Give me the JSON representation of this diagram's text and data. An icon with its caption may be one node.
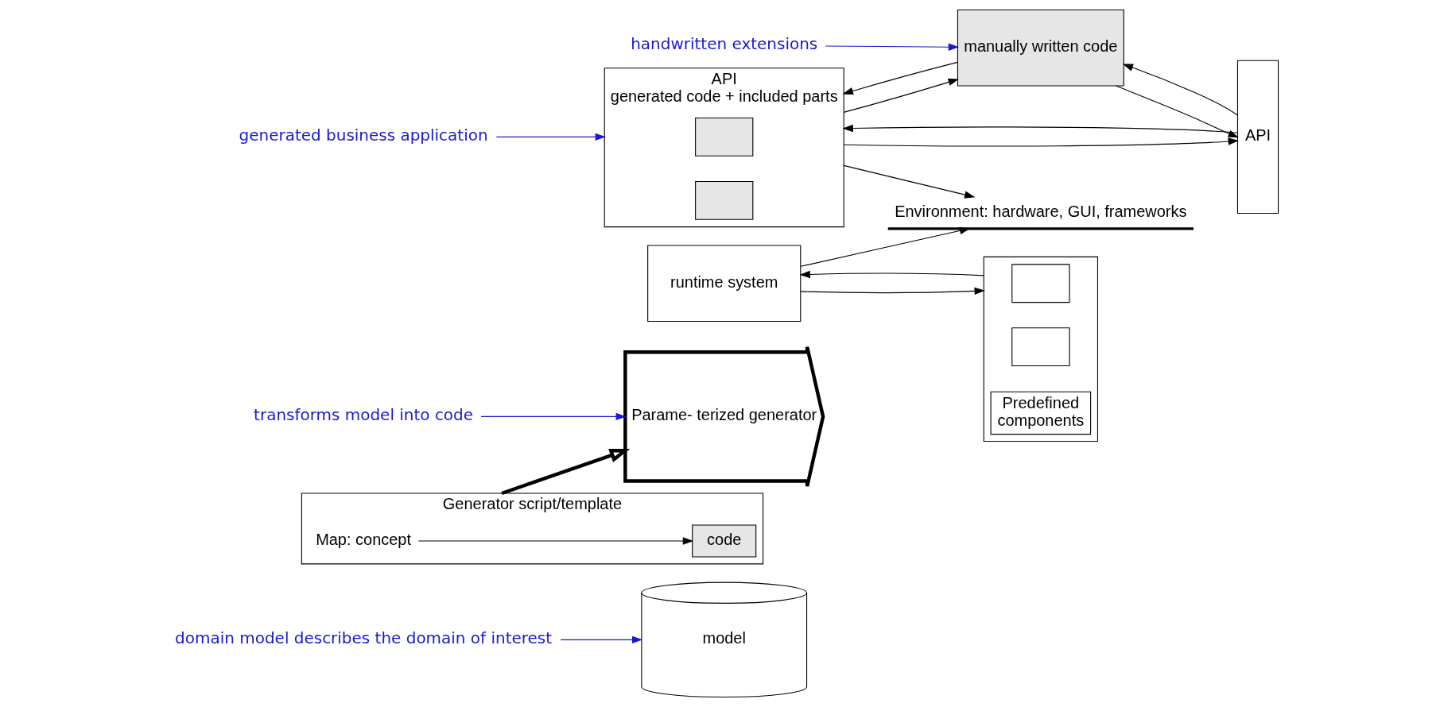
{
  "diagram": {
    "nodes": [
      {
        "text": [
          "domain model describes the domain of interest"
        ]
      },
      {
        "text": [
          "model"
        ]
      },
      {
        "text": [
          "transforms model into code"
        ]
      },
      {
        "text": [
          "Parame- terized generator"
        ]
      },
      {
        "text": [
          "Generator script/template"
        ]
      },
      {
        "text": [
          "Map: concept"
        ],
        "in": 4
      },
      {
        "text": [
          "code"
        ],
        "in": 4
      },
      {
        "text": [
          "handwritten extensions"
        ]
      },
      {
        "text": [
          "manually written code"
        ]
      },
      {
        "text": [
          "API",
          "generated code + included parts"
        ]
      },
      {
        "text": [],
        "shape": "box",
        "in": 9
      },
      {
        "text": [],
        "shape": "box",
        "in": 9
      },
      {
        "text": [
          "generated business application"
        ]
      },
      {
        "text": [
          "API"
        ]
      },
      {
        "text": [],
        "shape": "box"
      },
      {
        "text": [],
        "shape": "box",
        "in": 14
      },
      {
        "text": [],
        "shape": "box",
        "in": 14
      },
      {
        "text": [
          "Predefined",
          "components"
        ],
        "in": 14
      },
      {
        "text": [
          "runtime system"
        ]
      },
      {
        "text": [
          "Environment: hardware, GUI, frameworks"
        ]
      }
    ],
    "edges": [
      {
        "from": 0,
        "to": 1,
        "arrow": "to",
        "color": "#1a1acc"
      },
      {
        "from": 2,
        "to": 3,
        "arrow": "to",
        "color": "#1a1acc"
      },
      {
        "from": 4,
        "to": 3,
        "arrow": "to",
        "style": "thick"
      },
      {
        "from": 5,
        "to": 6,
        "arrow": "to"
      },
      {
        "from": 7,
        "to": 8,
        "arrow": "to",
        "color": "#1a1acc"
      },
      {
        "from": 8,
        "to": 13,
        "arrow": "to"
      },
      {
        "from": 13,
        "to": 8,
        "arrow": "to"
      },
      {
        "from": 9,
        "to": 8,
        "arrow": "to"
      },
      {
        "from": 8,
        "to": 9,
        "arrow": "to"
      },
      {
        "from": 9,
        "to": 13,
        "arrow": "to"
      },
      {
        "from": 13,
        "to": 9,
        "arrow": "to"
      },
      {
        "from": 18,
        "to": 14,
        "arrow": "to"
      },
      {
        "from": 14,
        "to": 18,
        "arrow": "to"
      },
      {
        "from": 9,
        "to": 19,
        "arrow": "to"
      },
      {
        "from": 18,
        "to": 19,
        "arrow": "to"
      },
      {
        "from": 12,
        "to": 9,
        "arrow": "to",
        "color": "#1a1acc"
      }
    ]
  }
}
